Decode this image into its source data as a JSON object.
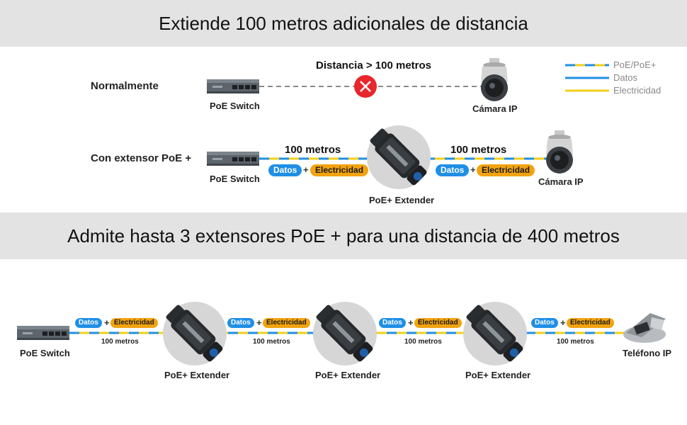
{
  "section1": {
    "title": "Extiende 100 metros adicionales de distancia",
    "row1_label": "Normalmente",
    "row2_label": "Con extensor PoE +",
    "distance_note": "Distancia > 100 metros",
    "switch_label": "PoE Switch",
    "camera_label": "Cámara IP",
    "extender_label": "PoE+ Extender",
    "segment_distance": "100 metros",
    "datos": "Datos",
    "plus": "+",
    "electricidad": "Electricidad"
  },
  "legend": {
    "items": [
      {
        "label": "PoE/PoE+"
      },
      {
        "label": "Datos"
      },
      {
        "label": "Electricidad"
      }
    ]
  },
  "section2": {
    "title": "Admite hasta 3 extensores PoE + para una distancia de 400 metros",
    "switch_label": "PoE Switch",
    "extender_label": "PoE+ Extender",
    "phone_label": "Teléfono IP",
    "segment_distance": "100 metros",
    "datos": "Datos",
    "plus": "+",
    "electricidad": "Electricidad"
  },
  "colors": {
    "datos": "#1f8fe6",
    "electricidad": "#f2a30f",
    "band": "#e3e3e3",
    "error": "#e8262b"
  }
}
